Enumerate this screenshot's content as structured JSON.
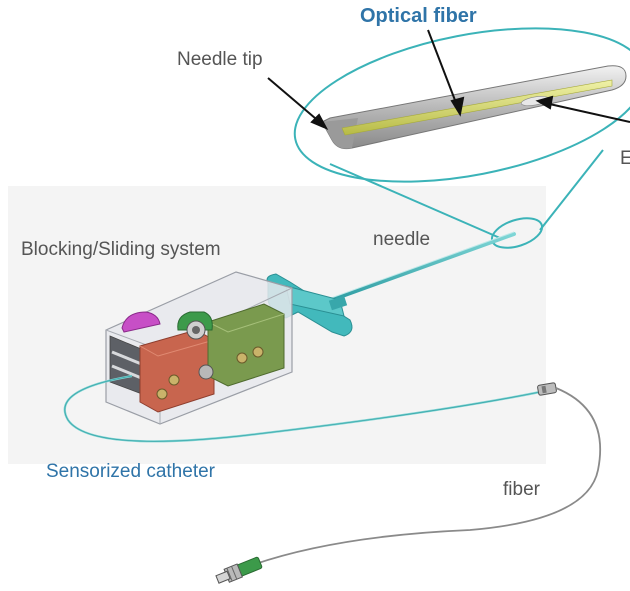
{
  "labels": {
    "optical_fiber": "Optical fiber",
    "needle_tip": "Needle tip",
    "blocking_sliding": "Blocking/Sliding system",
    "needle": "needle",
    "sensorized_catheter": "Sensorized catheter",
    "fiber": "fiber",
    "cut_off_label": "E"
  },
  "colors": {
    "teal": "#3bb3b8",
    "label_blue": "#2f74a8",
    "label_dark": "#555555",
    "fiber_yellow": "#d9dc72",
    "block_red": "#c8654e",
    "block_green": "#7a9a4e",
    "connector_green": "#3c9a4a",
    "magenta": "#c74fc6",
    "background_panel": "#f4f4f4"
  }
}
